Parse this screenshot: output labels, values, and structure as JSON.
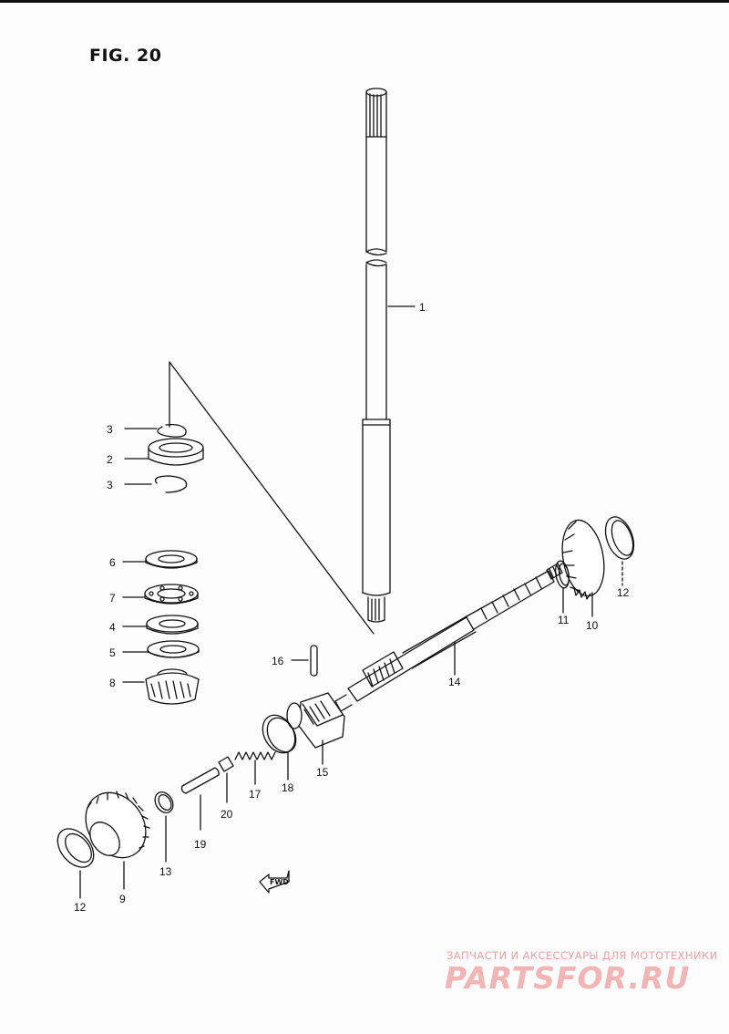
{
  "figure": {
    "title": "FIG. 20",
    "fwd_label": "FWD"
  },
  "callouts": {
    "c1": "1",
    "c2": "2",
    "c3a": "3",
    "c3b": "3",
    "c4": "4",
    "c5": "5",
    "c6": "6",
    "c7": "7",
    "c8": "8",
    "c9": "9",
    "c10": "10",
    "c11": "11",
    "c12a": "12",
    "c12b": "12",
    "c13": "13",
    "c14": "14",
    "c15": "15",
    "c16": "16",
    "c17": "17",
    "c18": "18",
    "c19": "19",
    "c20": "20"
  },
  "watermark": {
    "tagline": "ЗАПЧАСТИ И АКСЕССУАРЫ ДЛЯ МОТОТЕХНИКИ",
    "logo": "PARTSFOR.RU"
  },
  "colors": {
    "ink": "#111111",
    "watermark": "#f2a0a0"
  }
}
